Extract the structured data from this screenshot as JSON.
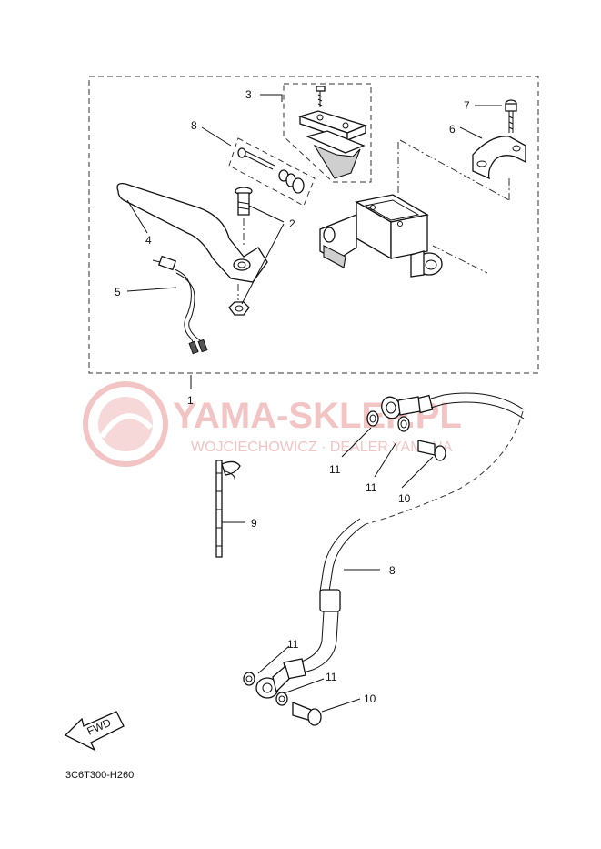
{
  "diagram_code": "3C6T300-H260",
  "watermark": {
    "title": "YAMA-SKLEP.PL",
    "subtitle": "WOJCIECHOWICZ · DEALER YAMAHA"
  },
  "fwd_label": "FWD",
  "callouts": {
    "c1": "1",
    "c2": "2",
    "c3": "3",
    "c4": "4",
    "c5": "5",
    "c6": "6",
    "c7": "7",
    "c8a": "8",
    "c8b": "8",
    "c9": "9",
    "c10a": "10",
    "c10b": "10",
    "c11a": "11",
    "c11b": "11",
    "c11c": "11",
    "c11d": "11"
  }
}
